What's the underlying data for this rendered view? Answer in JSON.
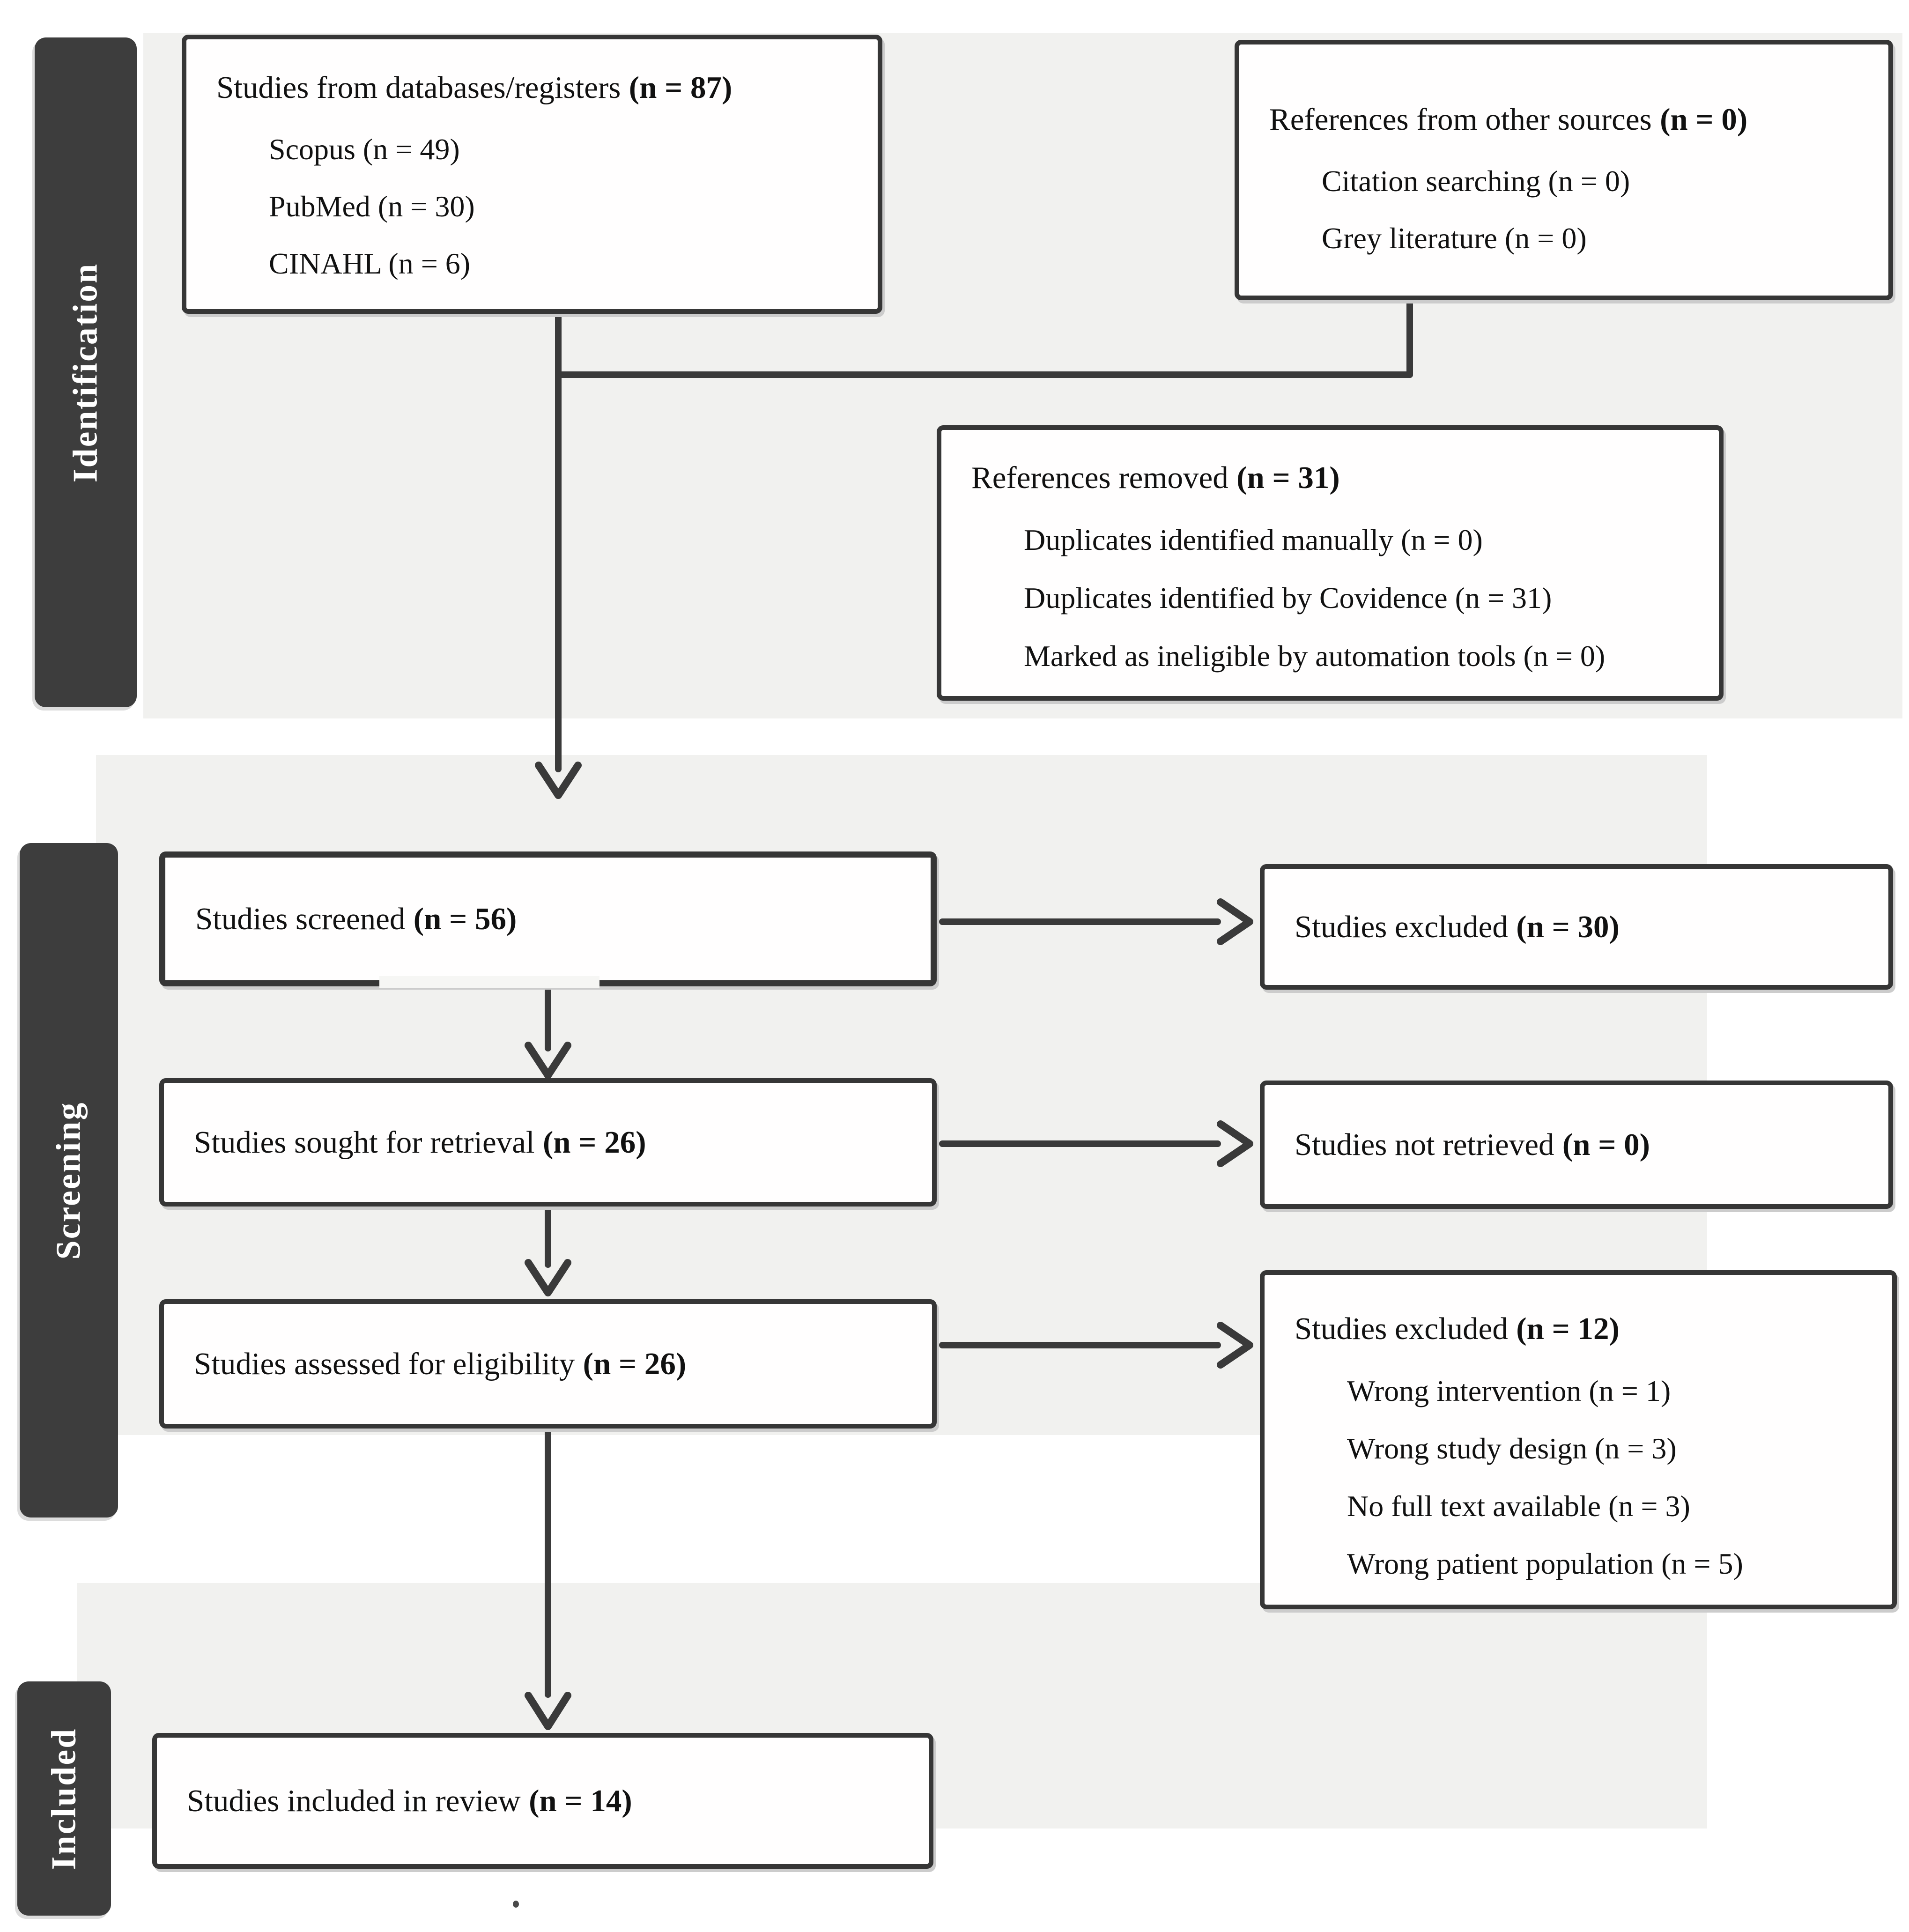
{
  "diagram": {
    "type": "prisma-flow",
    "sections": {
      "identification": "Identification",
      "screening": "Screening",
      "included": "Included"
    },
    "boxes": {
      "databases": {
        "title": "Studies from databases/registers",
        "n": "(n = 87)",
        "items": [
          "Scopus (n = 49)",
          "PubMed (n = 30)",
          "CINAHL (n = 6)"
        ]
      },
      "other_sources": {
        "title": "References from other sources",
        "n": "(n = 0)",
        "items": [
          "Citation searching (n = 0)",
          "Grey literature (n = 0)"
        ]
      },
      "references_removed": {
        "title": "References removed",
        "n": "(n = 31)",
        "items": [
          "Duplicates identified manually (n = 0)",
          "Duplicates identified by Covidence (n = 31)",
          "Marked as ineligible by automation tools (n = 0)"
        ]
      },
      "screened": {
        "title": "Studies screened",
        "n": "(n = 56)"
      },
      "excluded_screening": {
        "title": "Studies excluded",
        "n": "(n = 30)"
      },
      "sought": {
        "title": "Studies sought for retrieval",
        "n": "(n = 26)"
      },
      "not_retrieved": {
        "title": "Studies not retrieved",
        "n": "(n = 0)"
      },
      "assessed": {
        "title": "Studies assessed for eligibility",
        "n": "(n = 26)"
      },
      "excluded_eligibility": {
        "title": "Studies excluded",
        "n": "(n = 12)",
        "items": [
          "Wrong intervention (n = 1)",
          "Wrong study design (n = 3)",
          "No full text available (n = 3)",
          "Wrong patient population (n = 5)"
        ]
      },
      "included_review": {
        "title": "Studies included in review",
        "n": "(n = 14)"
      }
    },
    "colors": {
      "sidebar": "#3d3d3d",
      "panel": "#f1f1ef",
      "box_border": "#363636",
      "arrow": "#3a3a3a",
      "text": "#111111",
      "box_bg": "#ffffff"
    }
  }
}
